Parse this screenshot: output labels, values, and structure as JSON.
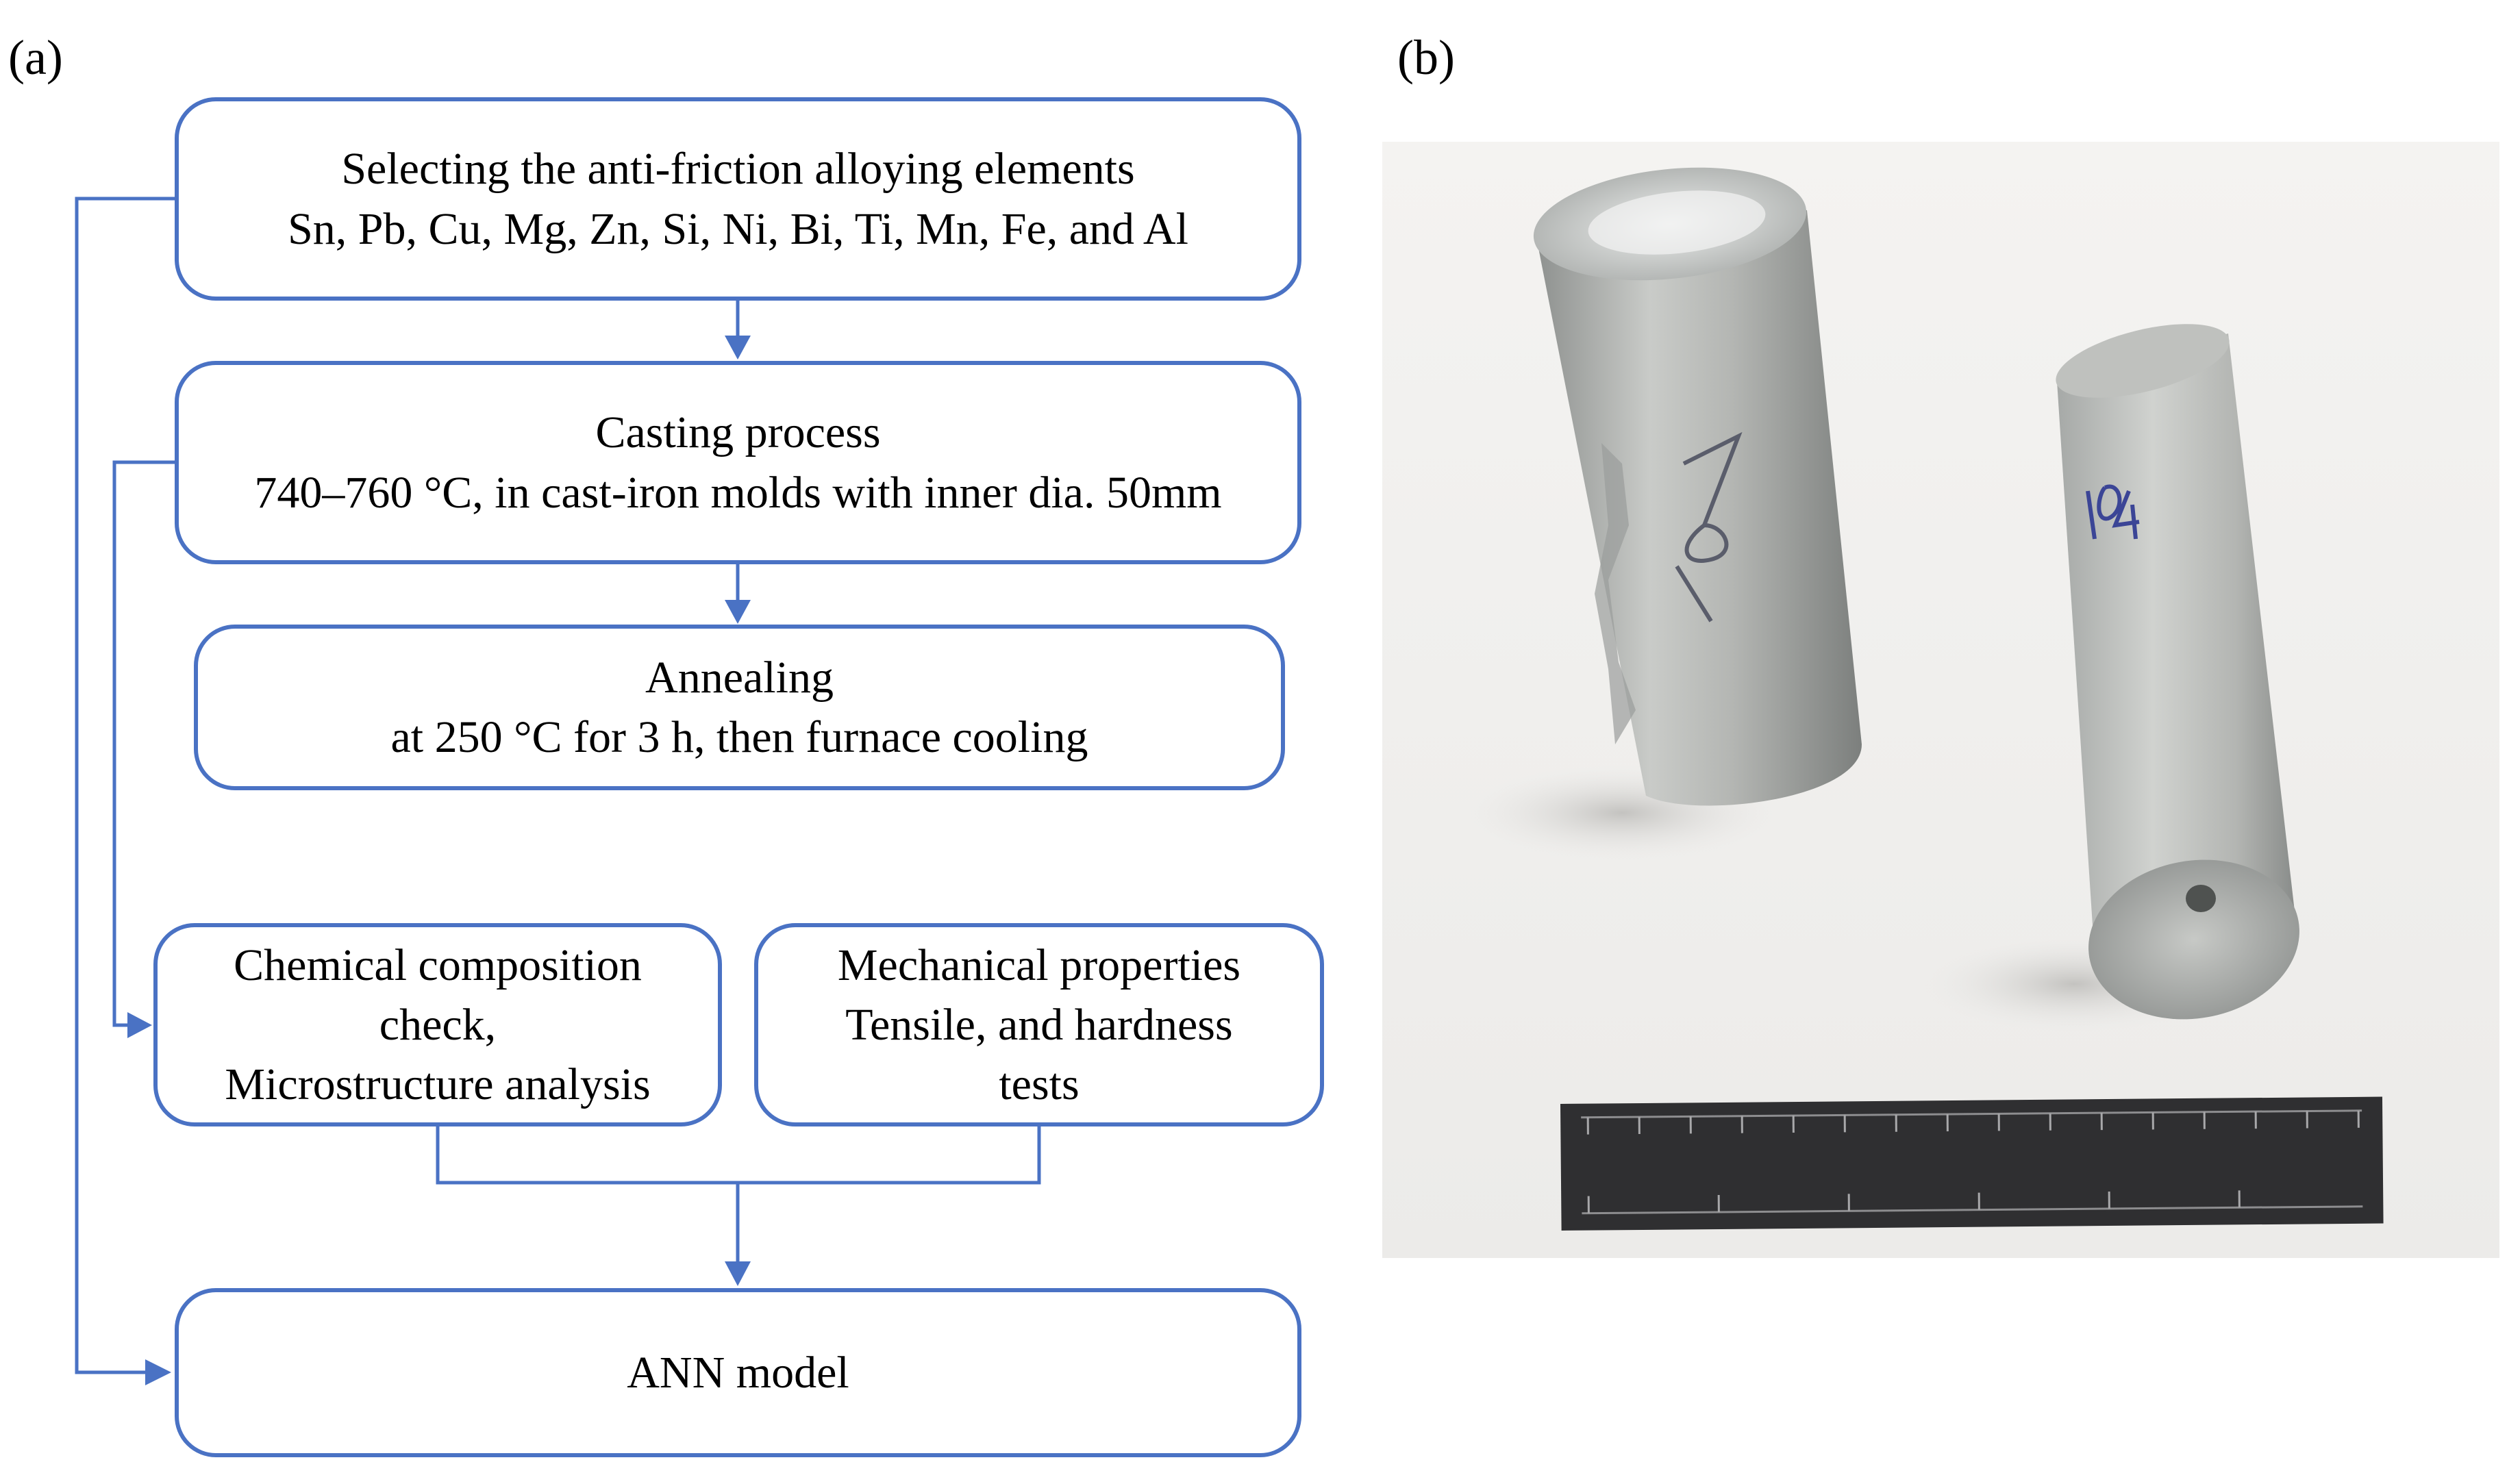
{
  "panel_a": {
    "label": "(a)",
    "boxes": {
      "select": {
        "line1": "Selecting the anti-friction alloying elements",
        "line2": "Sn, Pb, Cu, Mg, Zn, Si, Ni, Bi, Ti, Mn, Fe, and Al"
      },
      "casting": {
        "line1": "Casting process",
        "line2": "740–760 °C, in cast-iron molds with inner dia. 50mm"
      },
      "annealing": {
        "line1": "Annealing",
        "line2": "at 250 °C for 3 h, then furnace cooling"
      },
      "chemical": {
        "line1": "Chemical composition",
        "line2": "check,",
        "line3": "Microstructure analysis"
      },
      "mechanical": {
        "line1": "Mechanical properties",
        "line2": "Tensile, and hardness",
        "line3": "tests"
      },
      "ann": {
        "line1": "ANN model"
      }
    }
  },
  "panel_b": {
    "label": "(b)",
    "sample_left_marking": "7/8",
    "sample_right_marking": "104"
  },
  "colors": {
    "box_border": "#4a72c4",
    "arrow": "#4a72c4"
  }
}
